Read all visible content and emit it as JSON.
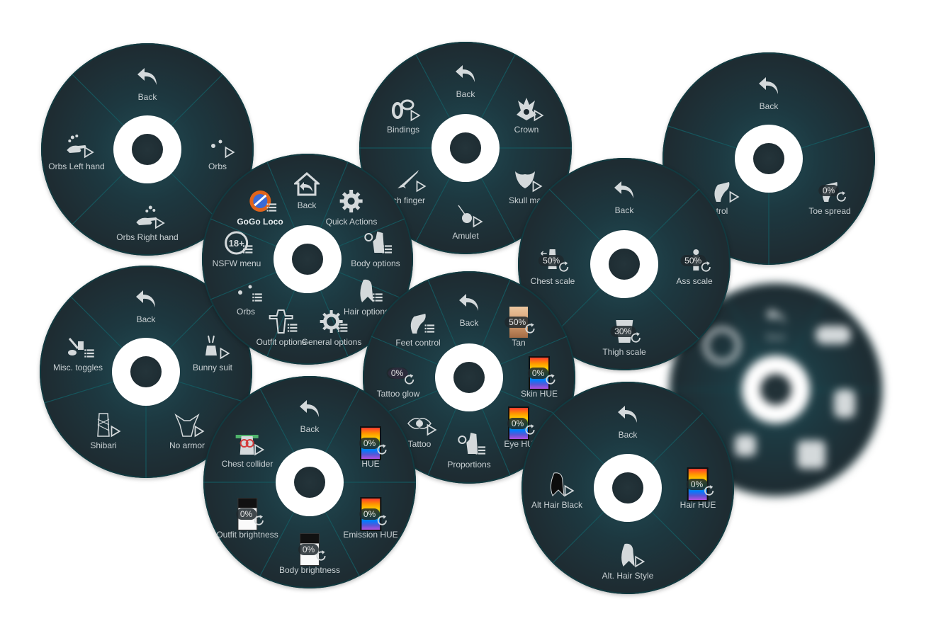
{
  "menus": [
    {
      "id": "orbs-menu",
      "items": {
        "back": "Back",
        "left": "Orbs Left hand",
        "right": "Orbs",
        "bottom": "Orbs Right hand"
      }
    },
    {
      "id": "accessories-menu",
      "items": {
        "back": "Back",
        "bindings": "Bindings",
        "crown": "Crown",
        "finger": "ch finger",
        "skull": "Skull ma",
        "amulet": "Amulet"
      }
    },
    {
      "id": "feet-sub-menu",
      "items": {
        "back": "Back",
        "left": "trol",
        "right": "Toe spread",
        "right_pct": "0%"
      }
    },
    {
      "id": "main-menu",
      "items": {
        "gogo": "GoGo Loco",
        "back": "Back",
        "quick": "Quick Actions",
        "nsfw": "NSFW menu",
        "body": "Body options",
        "orbs": "Orbs",
        "hair": "Hair options",
        "outfit": "Outfit options",
        "general": "General options"
      }
    },
    {
      "id": "scale-menu",
      "items": {
        "back": "Back",
        "chest": "Chest scale",
        "chest_pct": "50%",
        "ass": "Ass scale",
        "ass_pct": "50%",
        "thigh": "Thigh scale",
        "thigh_pct": "30%"
      }
    },
    {
      "id": "outfit-menu",
      "items": {
        "back": "Back",
        "misc": "Misc. toggles",
        "bunny": "Bunny suit",
        "shibari": "Shibari",
        "noarmor": "No armor"
      }
    },
    {
      "id": "body-menu",
      "items": {
        "back": "Back",
        "feet": "Feet control",
        "tan": "Tan",
        "tan_pct": "50%",
        "glow": "Tattoo glow",
        "glow_pct": "0%",
        "skin": "Skin HUE",
        "skin_pct": "0%",
        "tattoo": "Tattoo",
        "eye": "Eye HU",
        "eye_pct": "0%",
        "proportions": "Proportions"
      }
    },
    {
      "id": "color-menu",
      "items": {
        "back": "Back",
        "chest": "Chest collider",
        "hue": "HUE",
        "hue_pct": "0%",
        "outfit_b": "Outfit brightness",
        "outfit_b_pct": "0%",
        "emission": "Emission HUE",
        "emission_pct": "0%",
        "body_b": "Body brightness",
        "body_b_pct": "0%"
      }
    },
    {
      "id": "hair-menu",
      "items": {
        "back": "Back",
        "black": "Alt Hair Black",
        "hue": "Hair HUE",
        "hue_pct": "0%",
        "style": "Alt. Hair Style"
      }
    },
    {
      "id": "blurred-menu",
      "items": {
        "back": "Back"
      }
    }
  ],
  "colors": {
    "menu_bg": "#1d262c",
    "accent": "#1f4c55",
    "label": "#c9d0d3",
    "icon": "#d4d9db"
  }
}
